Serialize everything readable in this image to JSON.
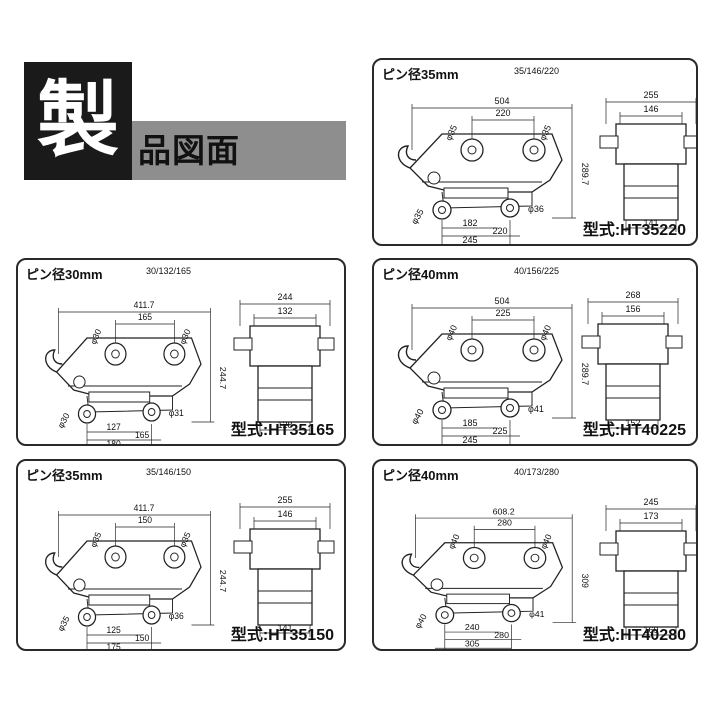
{
  "header": {
    "title_big": "製",
    "title_rest": "品図面"
  },
  "panels": [
    {
      "id": "ht35220",
      "pin_label": "ピン径35mm",
      "code": "35/146/220",
      "model": "型式:HT35220",
      "dims": {
        "top_total": "504",
        "top_pin": "220",
        "pin_a": "φ35",
        "pin_b": "φ35",
        "height": "289.7",
        "bot_a": "182",
        "bot_b": "220",
        "bot_c": "245",
        "low_pin_a": "φ35",
        "low_pin_b": "φ36",
        "side_top": "255",
        "side_mid": "146",
        "side_bot": "141"
      }
    },
    {
      "id": "ht35165",
      "pin_label": "ピン径30mm",
      "code": "30/132/165",
      "model": "型式:HT35165",
      "dims": {
        "top_total": "411.7",
        "top_pin": "165",
        "pin_a": "φ30",
        "pin_b": "φ30",
        "height": "244.7",
        "bot_a": "127",
        "bot_b": "165",
        "bot_c": "180",
        "low_pin_a": "φ30",
        "low_pin_b": "φ31",
        "side_top": "244",
        "side_mid": "132",
        "side_bot": "128"
      }
    },
    {
      "id": "ht40225",
      "pin_label": "ピン径40mm",
      "code": "40/156/225",
      "model": "型式:HT40225",
      "dims": {
        "top_total": "504",
        "top_pin": "225",
        "pin_a": "φ40",
        "pin_b": "φ40",
        "height": "289.7",
        "bot_a": "185",
        "bot_b": "225",
        "bot_c": "245",
        "low_pin_a": "φ40",
        "low_pin_b": "φ41",
        "side_top": "268",
        "side_mid": "156",
        "side_bot": "152"
      }
    },
    {
      "id": "ht35150",
      "pin_label": "ピン径35mm",
      "code": "35/146/150",
      "model": "型式:HT35150",
      "dims": {
        "top_total": "411.7",
        "top_pin": "150",
        "pin_a": "φ35",
        "pin_b": "φ35",
        "height": "244.7",
        "bot_a": "125",
        "bot_b": "150",
        "bot_c": "175",
        "low_pin_a": "φ35",
        "low_pin_b": "φ36",
        "side_top": "255",
        "side_mid": "146",
        "side_bot": "141"
      }
    },
    {
      "id": "ht40280",
      "pin_label": "ピン径40mm",
      "code": "40/173/280",
      "model": "型式:HT40280",
      "dims": {
        "top_total": "608.2",
        "top_pin": "280",
        "pin_a": "φ40",
        "pin_b": "φ40",
        "height": "309",
        "bot_a": "240",
        "bot_b": "280",
        "bot_c": "305",
        "low_pin_a": "φ40",
        "low_pin_b": "φ41",
        "side_top": "245",
        "side_mid": "173",
        "side_bot": "169"
      }
    }
  ]
}
